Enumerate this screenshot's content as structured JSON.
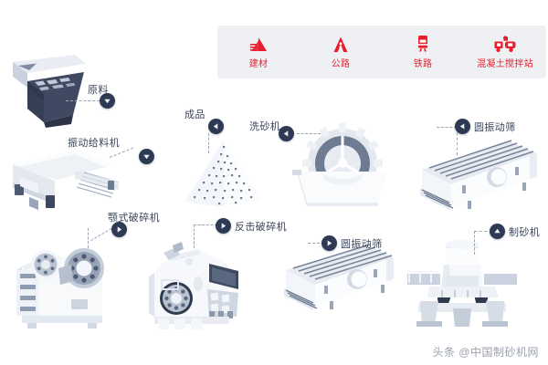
{
  "legend": {
    "items": [
      {
        "label": "建材",
        "icon": "building-material-icon",
        "color": "#ea1d2c"
      },
      {
        "label": "公路",
        "icon": "highway-icon",
        "color": "#ea1d2c"
      },
      {
        "label": "铁路",
        "icon": "railway-icon",
        "color": "#ea1d2c"
      },
      {
        "label": "混凝土搅拌站",
        "icon": "concrete-mixing-plant-icon",
        "color": "#ea1d2c"
      }
    ]
  },
  "flow": {
    "nodes": [
      {
        "id": "raw-material",
        "label": "原料",
        "badge": "chevron-down"
      },
      {
        "id": "vibrating-feeder",
        "label": "振动给料机",
        "badge": "chevron-down"
      },
      {
        "id": "jaw-crusher",
        "label": "颚式破碎机",
        "badge": "chevron-right"
      },
      {
        "id": "impact-crusher",
        "label": "反击破碎机",
        "badge": "chevron-right"
      },
      {
        "id": "circular-vibrating-screen-lower",
        "label": "圆振动筛",
        "badge": "chevron-right"
      },
      {
        "id": "sand-making-machine",
        "label": "制砂机",
        "badge": "chevron-up"
      },
      {
        "id": "circular-vibrating-screen-upper",
        "label": "圆振动筛",
        "badge": "chevron-left"
      },
      {
        "id": "sand-washing-machine",
        "label": "洗砂机",
        "badge": "chevron-left"
      },
      {
        "id": "finished-product",
        "label": "成品",
        "badge": "chevron-left"
      }
    ]
  },
  "palette": {
    "panel_bg": "#eef0f4",
    "accent_red": "#ea1d2c",
    "badge_navy": "#2e3a54",
    "label_text": "#3b4559",
    "machine_light": "#f4f6f9",
    "machine_mid": "#d7dde6",
    "machine_dark": "#5f6c82",
    "page_bg": "#ffffff"
  },
  "watermark": {
    "text": "头条 @中国制砂机网"
  }
}
